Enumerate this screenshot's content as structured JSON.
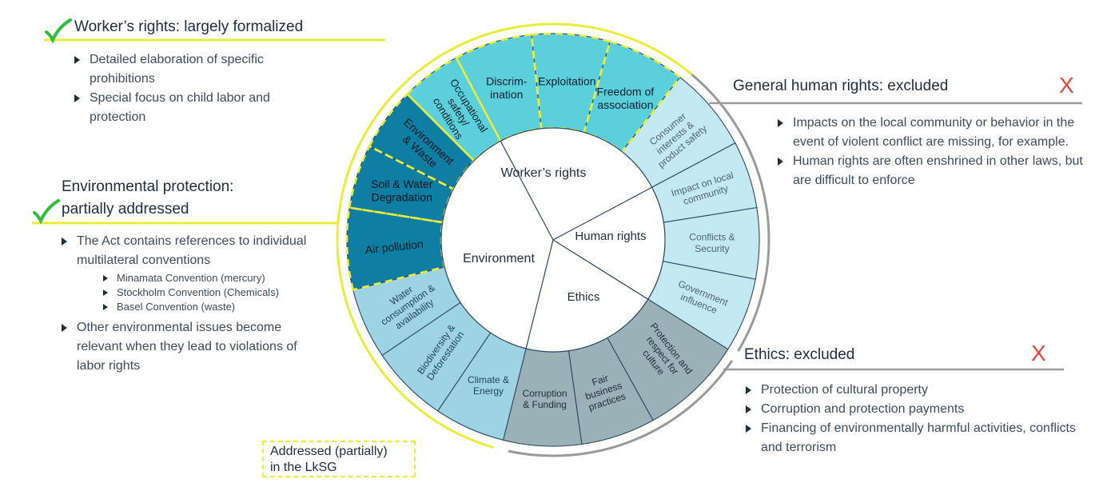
{
  "annotations": {
    "workers": {
      "heading": "Worker’s rights: largely formalized",
      "bullets": [
        "Detailed elaboration of specific prohibitions",
        "Special focus on child labor and protection"
      ]
    },
    "environment": {
      "heading_line1": "Environmental protection:",
      "heading_line2": "partially addressed",
      "bullets": [
        "The Act contains references to individual multilateral conventions",
        "Other environmental issues become relevant when they lead to violations of labor rights"
      ],
      "sub_bullets": [
        "Minamata Convention (mercury)",
        "Stockholm Convention (Chemicals)",
        "Basel Convention (waste)"
      ]
    },
    "human_rights": {
      "heading": "General human rights: excluded",
      "mark": "X",
      "bullets": [
        "Impacts on the local community or behavior in the event of violent conflict are missing, for example.",
        "Human rights are often enshrined in other laws, but are difficult to enforce"
      ]
    },
    "ethics": {
      "heading": "Ethics: excluded",
      "mark": "X",
      "bullets": [
        "Protection of cultural property",
        "Corruption and protection payments",
        "Financing of environmentally harmful activities, conflicts and terrorism"
      ]
    }
  },
  "legend": {
    "line1": "Addressed (partially)",
    "line2": "in the LkSG"
  },
  "wheel": {
    "inner": {
      "workers": "Worker’s rights",
      "human_rights": "Human rights",
      "ethics": "Ethics",
      "environment": "Environment"
    },
    "segments": {
      "discrimination": [
        "Discrim-",
        "ination"
      ],
      "exploitation": [
        "Exploitation"
      ],
      "freedom": [
        "Freedom of",
        "association"
      ],
      "occupational": [
        "Occupational",
        "safety/",
        "conditions"
      ],
      "env_waste": [
        "Environment",
        "& Waste"
      ],
      "soil_water": [
        "Soil & Water",
        "Degradation"
      ],
      "air": [
        "Air pollution"
      ],
      "consumer": [
        "Consumer",
        "interests &",
        "product safety"
      ],
      "impact": [
        "Impact on local",
        "community"
      ],
      "conflicts": [
        "Conflicts &",
        "Security"
      ],
      "government": [
        "Government",
        "influence"
      ],
      "protection": [
        "Protection and",
        "respect for",
        "culture"
      ],
      "fair": [
        "Fair",
        "business",
        "practices"
      ],
      "corruption": [
        "Corruption",
        "& Funding"
      ],
      "climate": [
        "Climate &",
        "Energy"
      ],
      "biodiversity": [
        "Biodiversity &",
        "Deforestation"
      ],
      "water": [
        "Water",
        "consumption &",
        "availability"
      ]
    }
  },
  "colors": {
    "workers_segment": "#5bcfdb",
    "environment_addressed": "#0e7fa3",
    "human_rights_segment": "#c3e9f0",
    "ethics_segment": "#9bb1b8",
    "environment_other": "#9dd3e3",
    "yellow": "#e9ec3a",
    "grey_line": "#9a9a9a",
    "check": "#2fbf3a",
    "x_mark": "#e8453c"
  }
}
